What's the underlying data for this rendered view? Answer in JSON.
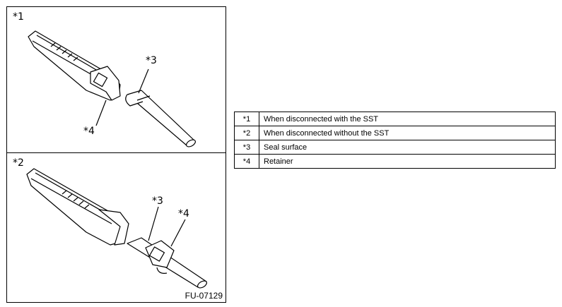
{
  "figure": {
    "code": "FU-07129",
    "panel1": {
      "tag": "*1",
      "callouts": {
        "c3": "*3",
        "c4": "*4"
      }
    },
    "panel2": {
      "tag": "*2",
      "callouts": {
        "c3": "*3",
        "c4": "*4"
      }
    }
  },
  "legend": [
    {
      "key": "*1",
      "text": "When disconnected with the SST"
    },
    {
      "key": "*2",
      "text": "When disconnected without the SST"
    },
    {
      "key": "*3",
      "text": "Seal surface"
    },
    {
      "key": "*4",
      "text": "Retainer"
    }
  ]
}
